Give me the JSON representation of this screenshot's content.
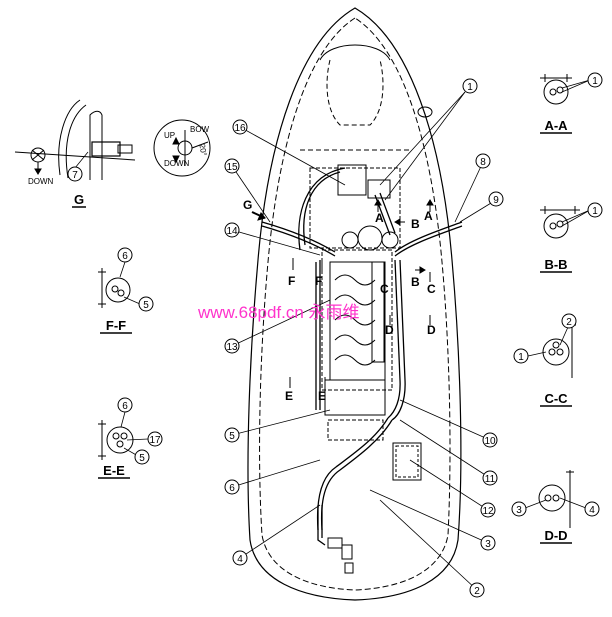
{
  "sections": {
    "aa": "A-A",
    "bb": "B-B",
    "cc": "C-C",
    "dd": "D-D",
    "ee": "E-E",
    "ff": "F-F",
    "g": "G"
  },
  "cut_letters": {
    "a": "A",
    "b": "B",
    "c": "C",
    "d": "D",
    "e": "E",
    "f": "F",
    "g": "G"
  },
  "callouts": {
    "n1": "1",
    "n2": "2",
    "n3": "3",
    "n4": "4",
    "n5": "5",
    "n6": "6",
    "n7": "7",
    "n8": "8",
    "n9": "9",
    "n10": "10",
    "n11": "11",
    "n12": "12",
    "n13": "13",
    "n14": "14",
    "n15": "15",
    "n16": "16",
    "n17": "17"
  },
  "detail_g": {
    "down_left": "DOWN",
    "up": "UP",
    "down": "DOWN",
    "bow": "BOW",
    "angle": "20°"
  },
  "watermark": "www.68pdf.cn 永雨维"
}
